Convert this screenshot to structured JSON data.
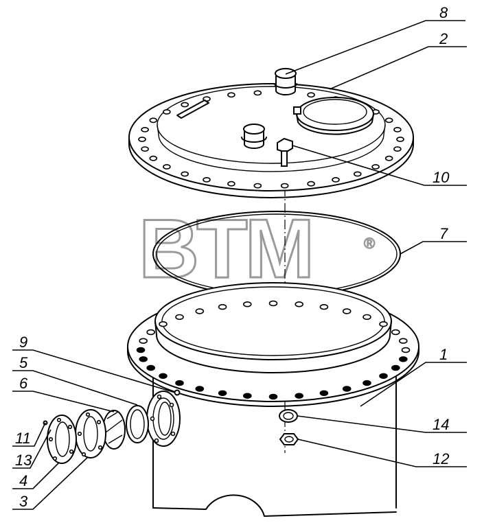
{
  "watermark": {
    "text": "BTM",
    "registered": "®"
  },
  "callouts": [
    {
      "id": "8",
      "number": "8"
    },
    {
      "id": "2",
      "number": "2"
    },
    {
      "id": "10",
      "number": "10"
    },
    {
      "id": "7",
      "number": "7"
    },
    {
      "id": "1",
      "number": "1"
    },
    {
      "id": "14",
      "number": "14"
    },
    {
      "id": "12",
      "number": "12"
    },
    {
      "id": "9",
      "number": "9"
    },
    {
      "id": "5",
      "number": "5"
    },
    {
      "id": "6",
      "number": "6"
    },
    {
      "id": "11",
      "number": "11"
    },
    {
      "id": "13",
      "number": "13"
    },
    {
      "id": "4",
      "number": "4"
    },
    {
      "id": "3",
      "number": "3"
    }
  ],
  "colors": {
    "line": "#000000",
    "watermark": "#9a9a9a",
    "background": "#ffffff"
  }
}
